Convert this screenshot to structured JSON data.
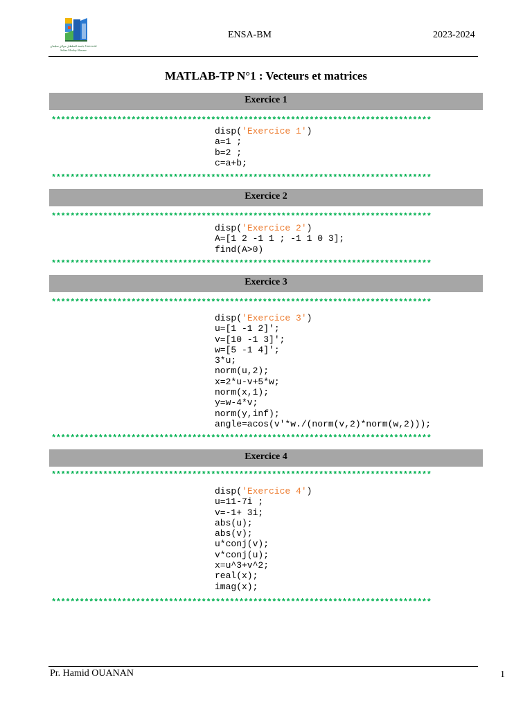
{
  "header": {
    "institution": "ENSA-BM",
    "year": "2023-2024",
    "logo_caption": "جامعة السلطان مولاي سليمان Université Sultan Moulay Slimane"
  },
  "title": "MATLAB-TP N°1 : Vecteurs et matrices",
  "stars": "*********************************************************************************",
  "exercises": [
    {
      "label": "Exercice 1",
      "code": [
        {
          "pre": "disp(",
          "str": "'Exercice 1'",
          "post": ")"
        },
        {
          "pre": "a=1 ;"
        },
        {
          "pre": "b=2 ;"
        },
        {
          "pre": "c=a+b;"
        }
      ]
    },
    {
      "label": "Exercice 2",
      "code": [
        {
          "pre": "disp(",
          "str": "'Exercice 2'",
          "post": ")"
        },
        {
          "pre": "A=[1 2 -1 1 ; -1 1 0 3];"
        },
        {
          "pre": "find(A>0)"
        }
      ]
    },
    {
      "label": "Exercice 3",
      "code": [
        {
          "pre": "disp(",
          "str": "'Exercice 3'",
          "post": ")"
        },
        {
          "pre": "u=[1 -1 2]';"
        },
        {
          "pre": "v=[10 -1 3]';"
        },
        {
          "pre": "w=[5 -1 4]';"
        },
        {
          "pre": "3*u;"
        },
        {
          "pre": "norm(u,2);"
        },
        {
          "pre": "x=2*u-v+5*w;"
        },
        {
          "pre": "norm(x,1);"
        },
        {
          "pre": "y=w-4*v;"
        },
        {
          "pre": "norm(y,inf);"
        },
        {
          "pre": "angle=acos(v'*w./(norm(v,2)*norm(w,2)));"
        }
      ]
    },
    {
      "label": "Exercice 4",
      "code": [
        {
          "pre": "disp(",
          "str": "'Exercice 4'",
          "post": ")"
        },
        {
          "pre": "u=11-7i ;"
        },
        {
          "pre": "v=-1+ 3i;"
        },
        {
          "pre": "abs(u);"
        },
        {
          "pre": "abs(v);"
        },
        {
          "pre": "u*conj(v);"
        },
        {
          "pre": "v*conj(u);"
        },
        {
          "pre": "x=u^3+v^2;"
        },
        {
          "pre": "real(x);"
        },
        {
          "pre": "imag(x);"
        }
      ]
    }
  ],
  "footer": {
    "author": "Pr. Hamid OUANAN",
    "page_number": "1"
  },
  "colors": {
    "banner_bg": "#a6a6a6",
    "stars": "#00b050",
    "string": "#ed7d31"
  }
}
